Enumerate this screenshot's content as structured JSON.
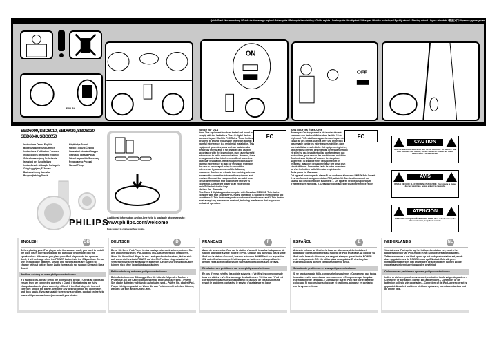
{
  "top": {
    "strip_title": "Quick Start / Kurzanleitung / Guide de démarrage rapide / Guía rápida / Beknopte handleiding / Guida rapida / Snabbguide / Hurtigstart / Pikaopas / Krótka instrukcja / Rychlý návod / Stručný návod / Gyors útmutató / 快速入门 / Краткое руководство",
    "illustration_labels": [
      "5V/1.5A",
      "ON",
      "OFF"
    ]
  },
  "product": {
    "models": "SBD6000, SBD6010, SBD6020, SBD6030, SBD6040, SBD6050",
    "languages_left": [
      "Instructions Owner English",
      "Bedienungsanleitung Deutsch",
      "Instructions d'utilisation Français",
      "Instrucciones de manejo Español",
      "Gebruiksaanwijzing Nederlands",
      "Istruzioni per l'uso Italiano",
      "Instruções de utilização Português",
      "Οδηγίες χρήσης Ελληνικά",
      "Bruksanvisning Svenska",
      "Brugsvejledning Dansk"
    ],
    "languages_right": [
      "Käyttöohje Suomi",
      "Návod k použití Čeština",
      "Használati útmutató Magyar",
      "Instrukcja obsługi Polski",
      "Návod na použitie Slovensky",
      "Руководство Русский",
      "Manual Türkçe"
    ],
    "brand": "PHILIPS"
  },
  "info": {
    "additional": "Additional information and on-line help is available at our website:",
    "url": "www.philips.com/welcome",
    "subject": "Data subject to change without notice."
  },
  "notices": {
    "usa": {
      "title": "Notice for USA",
      "body": "Note: This equipment has been tested and found to comply with the limits for a Class B digital device, pursuant to part 15 of the FCC Rules. These limits are designed to provide reasonable protection against harmful interference in a residential installation. This equipment generates, uses and can radiate radio frequency energy and, if not installed and used in accordance with the instructions, may cause harmful interference to radio communications. However, there is no guarantee that interference will not occur in a particular installation. If this equipment does cause harmful interference to radio or television reception, the user is encouraged to try to correct the interference by one or more of the following measures: Reorient or relocate the receiving antenna. Increase the separation between the equipment and receiver. Connect the equipment into an outlet on a circuit different from that to which the receiver is connected. Consult the dealer or an experienced radio/TV technician for help.",
      "canada_title": "Notice for Canada",
      "canada_body": "This Class B digital apparatus complies with Canadian ICES-003. This device complies with Part 15 of the FCC Rules. Operation is subject to the following two conditions: 1. This device may not cause harmful interference, and 2. This device must accept any interference received, including interference that may cause undesired operation."
    },
    "fr": {
      "title": "Avis pour les États-Unis",
      "body": "Remarque: Cet équipement a été testé et déclaré conforme aux limites définies dans l'article 15 du règlement FCC relatif aux appareils numériques de classe B. Ces limites visent à offrir une protection raisonnable contre les interférences nuisibles dans une installation résidentielle. Cet équipement génère, utilise et peut émettre des énergies de fréquence radio et, s'il n'est pas installé et utilisé conformément aux instructions, peut causer des interférences nuisibles. Réorientez ou déplacez l'antenne de réception. Augmentez la distance entre l'équipement et le récepteur. Branchez l'équipement sur une prise d'un circuit différent. Demandez l'aide de votre revendeur ou d'un technicien radio/télévision expérimenté.",
      "canada_title": "Avis pour le Canada",
      "canada_body": "Cet appareil numérique de classe B est conforme à la norme NMB-003 du Canada. Il est conforme à la réglementation FCC, article 15. Son fonctionnement est soumis aux deux conditions suivantes: 1. Cet appareil ne doit pas provoquer d'interférences nuisibles. 2. Cet appareil doit accepter toute interférence reçue."
    },
    "fcc_logo": "FC"
  },
  "warnings": [
    {
      "title": "CAUTION",
      "text": "RISK OF ELECTRIC SHOCK DO NOT OPEN. CAUTION: TO REDUCE THE RISK OF ELECTRIC SHOCK, DO NOT REMOVE COVER. NO USER-SERVICEABLE PARTS INSIDE."
    },
    {
      "title": "AVIS",
      "text": "RISQUE DE CHOC ÉLECTRIQUE NE PAS OUVRIR. Pour réduire le risque de choc électrique, ne pas enlever le couvercle."
    },
    {
      "title": "ATENCIÓN",
      "text": "RIESGO DE CHOQUE ELÉCTRICO NO ABRIR. Para reducir el riesgo de choque eléctrico, no quite la cubierta."
    }
  ],
  "columns": [
    {
      "lang": "ENGLISH",
      "badge": "GB",
      "body": "Before placing your iPod player onto the speaker dock, you need to install the dock insert corresponding to the particular iPod model into the speaker dock. Whenever you place your iPod player onto the speaker dock, it will recharge when the POWER button is in the ON position. Do not use rechargeable batteries. Design and specifications are subject to change without notice. Some Audio formats do not support iDynamic Bass Boost.",
      "problem": "Problem solving on www.philips.com/welcome",
      "problem_body": "If a fault occurs, please check the points listed below. • Check all cables to ensure they are connected correctly. • Check if the batteries are fully charged and are in place correctly. • Check if the iPod player is inserted correctly, unlock the player, check for any obstruction on the connectors and dock again. If you are unable to remedy a problem, contact online help (www.philips.com/welcome) or consult your dealer."
    },
    {
      "lang": "DEUTSCH",
      "badge": "D",
      "body": "Bevor Sie Ihren iPod-Player in das Lautsprecherdock setzen, müssen Sie den Dockeinsatz Ihres iPod-Modells im Lautsprecherdock installieren. Wenn Sie Ihren iPod-Player in das Lautsprecherdock setzen, lädt er sich auf, wenn die Netztaste POWER auf der ON-Position eingeschaltet ist. Verwenden Sie keine aufladbaren Batterien. Design und technische Daten können sich ohne Vorankündigung ändern.",
      "problem": "Fehlerbehebung auf www.philips.com/welcome",
      "problem_body": "Beim Auftreten einer Störung prüfen Sie bitte die folgenden Punkte. - Prüfen Sie, ob alle Kabel ordnungsgemäß angeschlossen sind. - Prüfen Sie, ob die Batterien vollständig aufgeladen sind. - Prüfen Sie, ob der iPod-Player richtig eingesetzt ist. Wenn Sie das Problem nicht beheben können, wenden Sie sich an die Online-Hilfe."
    },
    {
      "lang": "FRANÇAIS",
      "badge": "F",
      "body": "Avant de poser votre iPod sur la station d'accueil, installez l'adaptateur de station approprié à votre modèle d'iPod. Chaque fois que vous posez votre iPod sur la station d'accueil, lorsque le bouton POWER est sur la position ON, votre iPod se charge. N'utilisez pas de batteries rechargeables. Le design et les spécifications sont sujets à modifications sans préavis.",
      "problem": "Résolution des problèmes sur www.philips.com/welcome",
      "problem_body": "En cas d'erreur, vérifiez les points suivants : • Vérifiez les connexions de tous les câbles. • Vérifiez la charge des batteries. • Vérifiez que l'iPod est correctement placé sur son adaptateur. Si aucune de ces solutions ne résout le problème, contactez le service d'assistance en ligne."
    },
    {
      "lang": "ESPAÑOL",
      "badge": "E",
      "body": "Antes de colocar su iPod en la base de altavoces, debe instalar el adaptador correspondiente a su modelo de iPod en la base. Al colocar su iPod en la base de altavoces, se cargará siempre que el botón POWER esté en la posición ON. No utilice pilas recargables. El diseño y las especificaciones pueden cambiar sin previo aviso.",
      "problem": "Solución de problemas en www.philips.com/welcome",
      "problem_body": "Si se produce algún fallo, compruebe lo siguiente: • Compruebe que todos los cables estén conectados correctamente. • Compruebe que las pilas estén totalmente cargadas. • Compruebe que el iPod esté correctamente colocado. Si no consigue solucionar el problema, póngase en contacto con la ayuda en línea."
    },
    {
      "lang": "NEDERLANDS",
      "badge": "NL",
      "body": "Voordat u uw iPod-speler op het luidsprekerstation zet, moet u het adapterstuk voor uw iPod-model in het luidsprekerstation plaatsen. Telkens wanneer u uw iPod-speler op het luidsprekerstation zet, wordt deze opgeladen als de POWER-knop op ON staat. Gebruik geen herlaadbare batterijen. Het ontwerp en de specificaties kunnen zonder voorafgaande kennisgeving worden gewijzigd.",
      "problem": "Oplossen van problemen op www.philips.com/welcome",
      "problem_body": "Indien er zich een probleem voordoet, controleert u de volgende punten: - Controleer of alle kabels correct zijn aangesloten. - Controleer of de batterijen volledig zijn opgeladen. - Controleer of de iPod-speler correct is geplaatst. Als u het probleem niet kunt oplossen, neemt u contact op met de online help."
    }
  ]
}
